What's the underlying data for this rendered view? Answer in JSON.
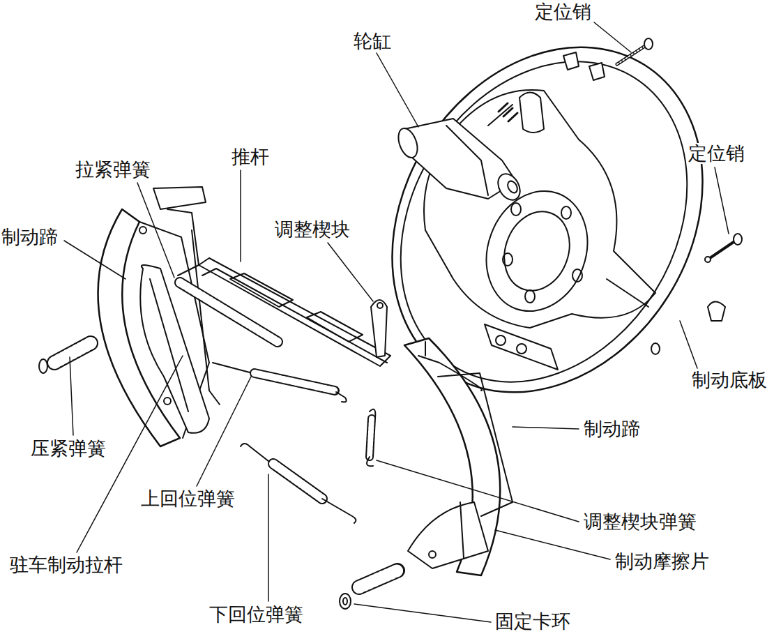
{
  "diagram": {
    "labels": [
      "定位销",
      "轮缸",
      "拉紧弹簧",
      "推杆",
      "调整楔块",
      "制动蹄",
      "定位销",
      "制动底板",
      "制动蹄",
      "压紧弹簧",
      "上回位弹簧",
      "调整楔块弹簧",
      "驻车制动拉杆",
      "制动摩擦片",
      "下回位弹簧",
      "固定卡环"
    ]
  }
}
